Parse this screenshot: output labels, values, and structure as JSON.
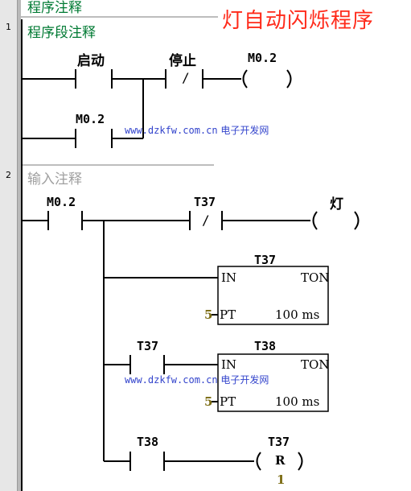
{
  "title": "灯自动闪烁程序",
  "program_comment": "程序注释",
  "networks": [
    {
      "number": "1",
      "comment": "程序段注释",
      "contacts": {
        "start": "启动",
        "stop": "停止",
        "coil": "M0.2",
        "seal": "M0.2",
        "not_symbol": "/"
      }
    },
    {
      "number": "2",
      "comment": "输入注释",
      "contact_m02": "M0.2",
      "contact_t37_nc": "T37",
      "not_symbol": "/",
      "coil_light": "灯",
      "timer1": {
        "name": "T37",
        "in": "IN",
        "type": "TON",
        "pt": "PT",
        "pv": "5",
        "base": "100 ms"
      },
      "contact_t37_no": "T37",
      "timer2": {
        "name": "T38",
        "in": "IN",
        "type": "TON",
        "pt": "PT",
        "pv": "5",
        "base": "100 ms"
      },
      "contact_t38": "T38",
      "reset_coil": {
        "name": "T37",
        "symbol": "R",
        "count": "1"
      }
    }
  ],
  "watermark": {
    "url": "www.dzkfw.com.cn",
    "site": "电子开发网"
  }
}
